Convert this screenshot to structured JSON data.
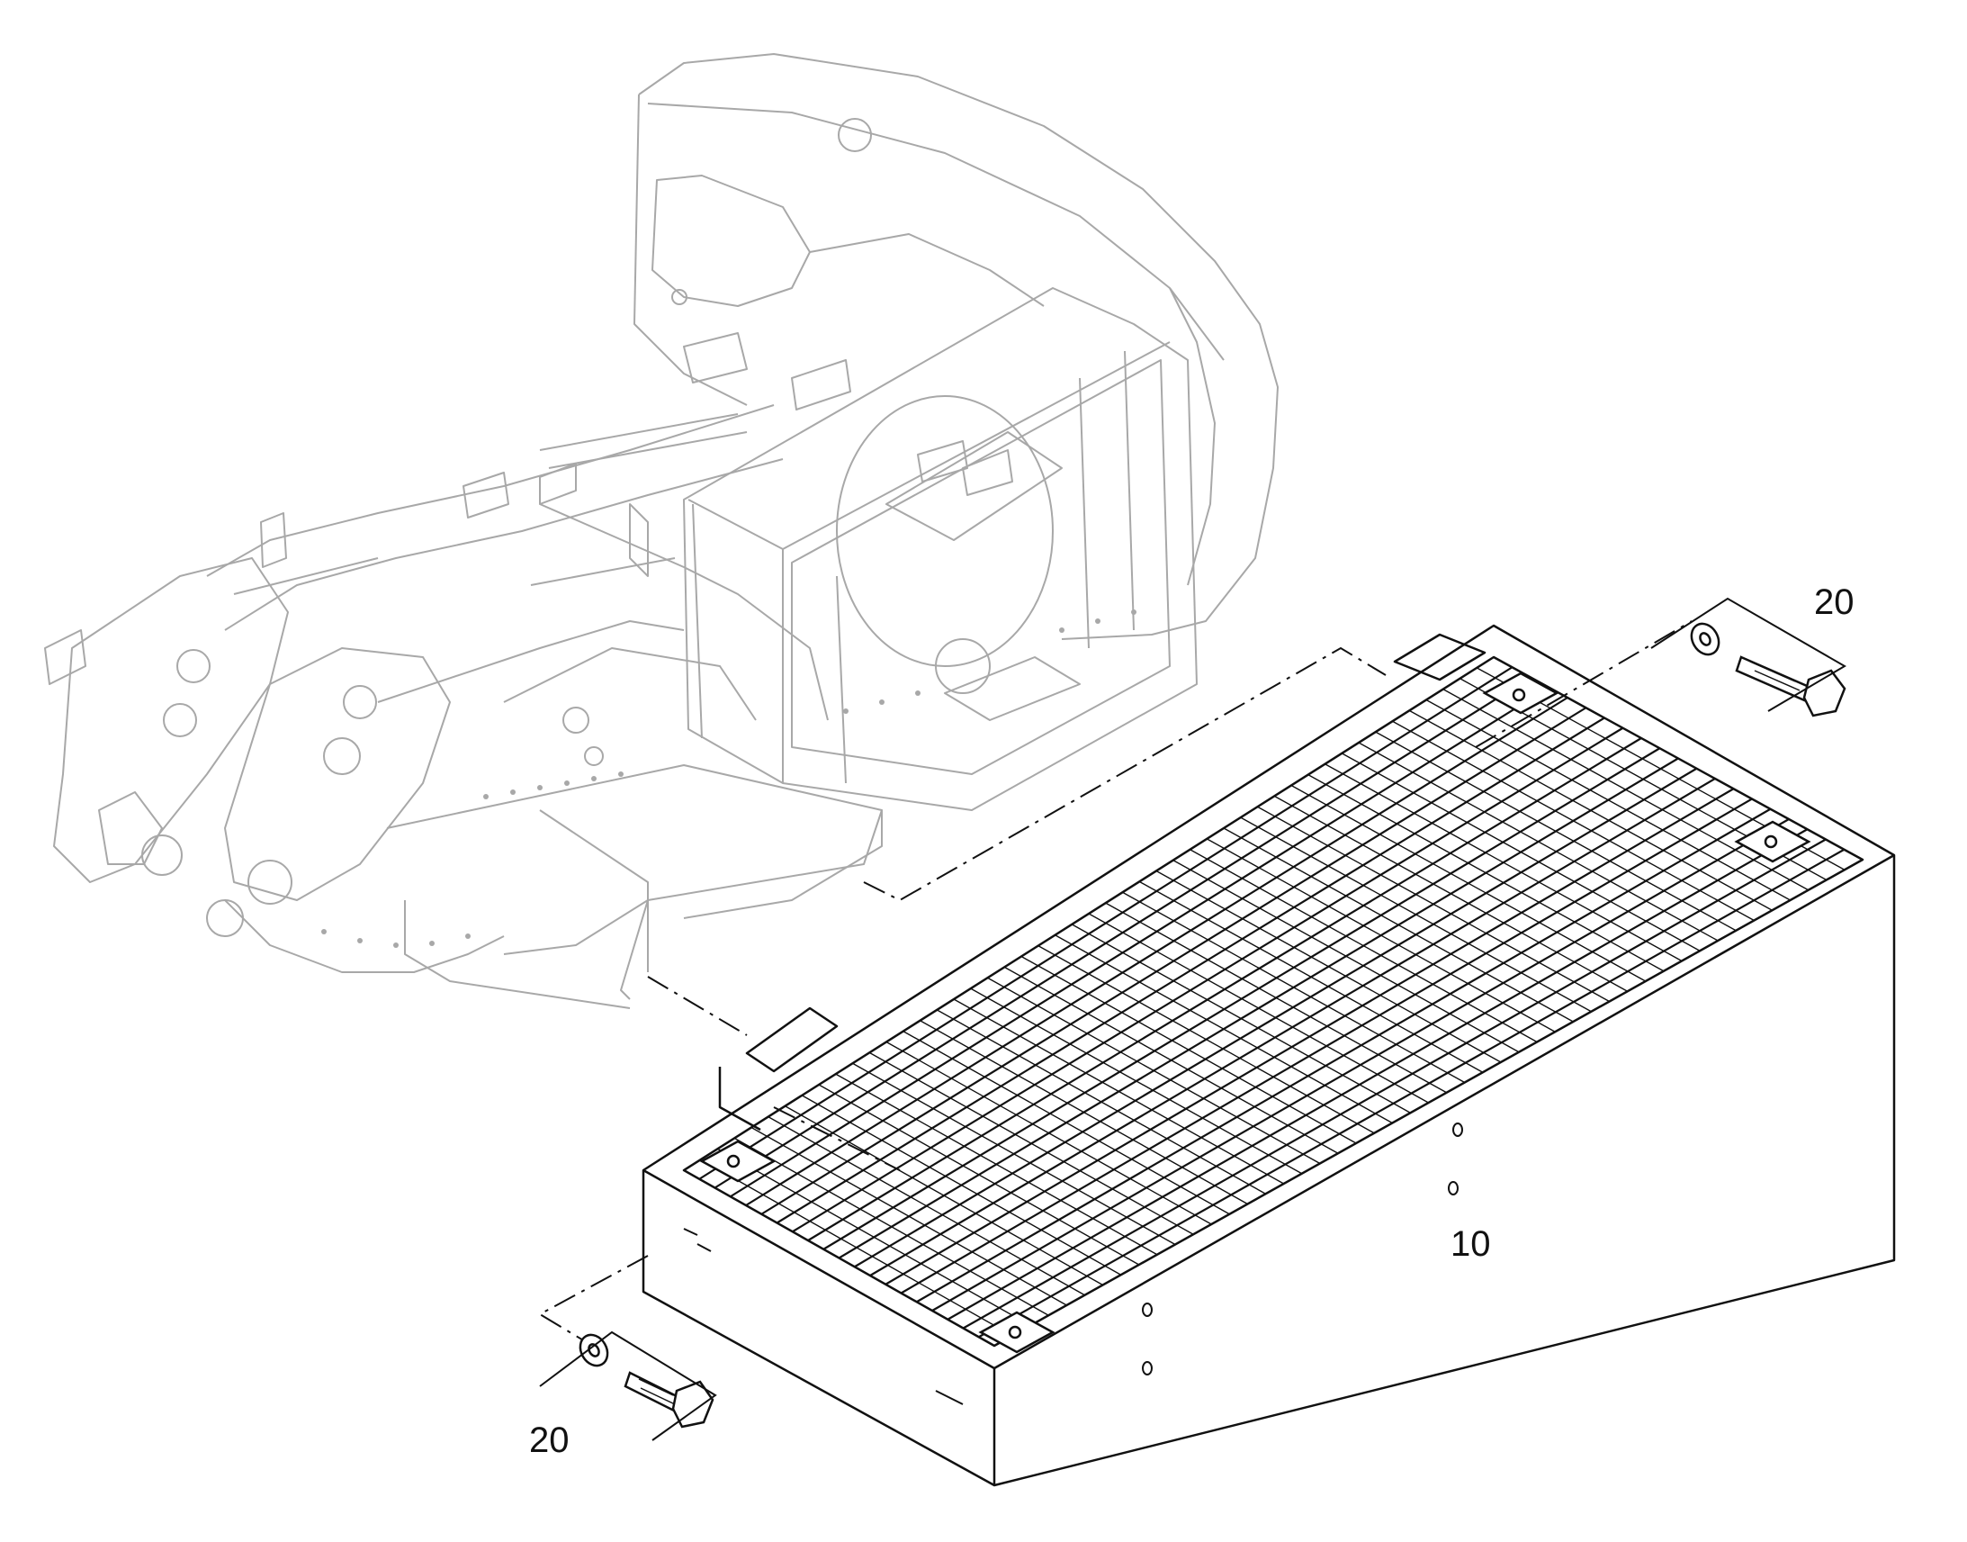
{
  "diagram": {
    "type": "exploded-parts-view",
    "callouts": {
      "grating_panel": "10",
      "fastener_top": "20",
      "fastener_bottom": "20"
    },
    "colors": {
      "frame_line": "#9a9a9a",
      "part_line": "#111111",
      "background": "#ffffff"
    }
  }
}
